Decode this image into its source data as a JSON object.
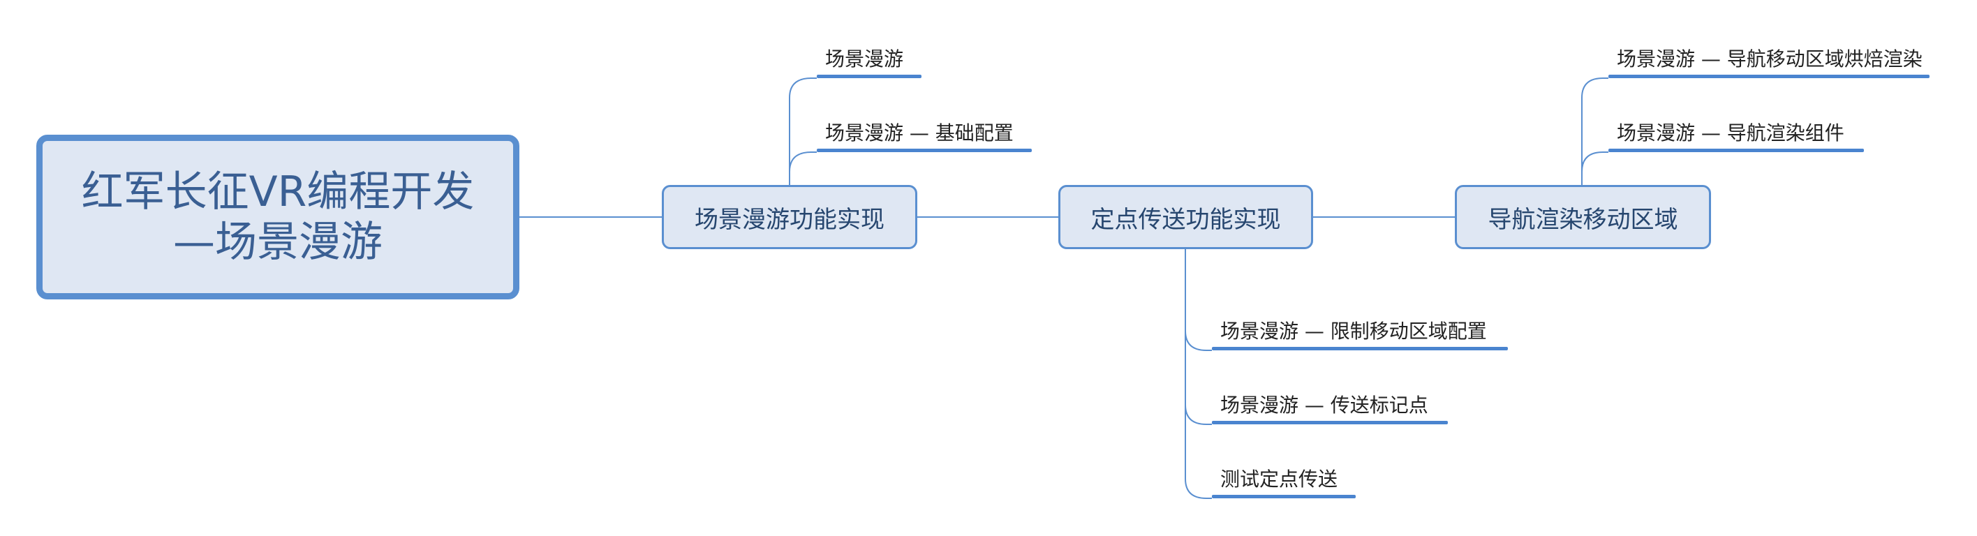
{
  "accent_color": "#5a8fd0",
  "root": {
    "line1": "红军长征VR编程开发",
    "line2": "—场景漫游"
  },
  "topics": {
    "scene_roaming": {
      "label": "场景漫游功能实现",
      "children": [
        "场景漫游",
        "场景漫游 — 基础配置"
      ]
    },
    "teleport": {
      "label": "定点传送功能实现",
      "children": [
        "场景漫游 — 限制移动区域配置",
        "场景漫游 — 传送标记点",
        "测试定点传送"
      ]
    },
    "nav_area": {
      "label": "导航渲染移动区域",
      "children": [
        "场景漫游 — 导航移动区域烘焙渲染",
        "场景漫游 — 导航渲染组件"
      ]
    }
  }
}
